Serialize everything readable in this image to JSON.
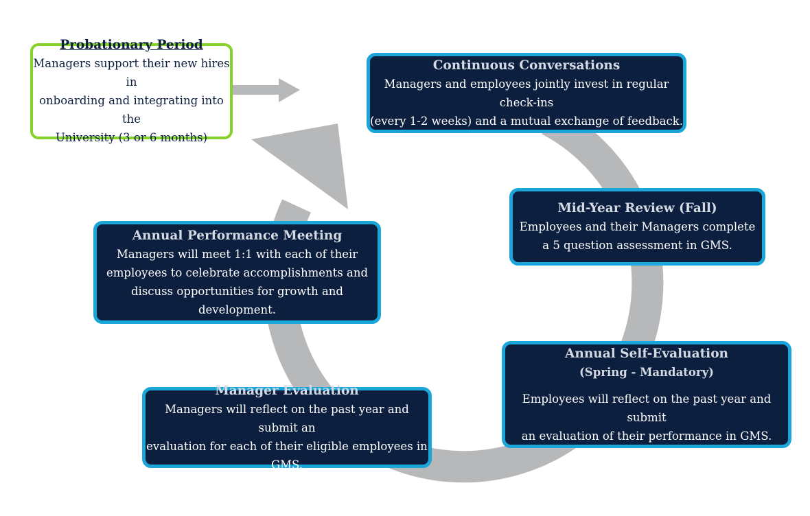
{
  "colors": {
    "box_fill": "#0d1f3f",
    "box_border": "#1aa6d8",
    "probation_border": "#86d12a",
    "arrow": "#b7b8b9"
  },
  "probationary": {
    "title": "Probationary Period",
    "body": "Managers support their new hires in\nonboarding and integrating into the\nUniversity (3 or 6 months)"
  },
  "continuous": {
    "title": "Continuous Conversations",
    "body": "Managers and employees jointly invest in regular check-ins\n(every 1-2 weeks) and a mutual exchange of feedback."
  },
  "midyear": {
    "title": "Mid-Year Review (Fall)",
    "body": "Employees and their Managers complete\na 5 question assessment in GMS."
  },
  "annual_meeting": {
    "title": "Annual Performance Meeting",
    "body": "Managers will meet 1:1 with each of their\nemployees to celebrate accomplishments and\ndiscuss opportunities for growth and development."
  },
  "self_eval": {
    "title": "Annual Self-Evaluation",
    "subtitle": "(Spring - Mandatory)",
    "body": "Employees will reflect on the past year and submit\nan evaluation of their performance in GMS."
  },
  "manager_eval": {
    "title": "Manager Evaluation",
    "body": "Managers will reflect on the past year and submit an\nevaluation for each of their eligible employees in GMS."
  }
}
